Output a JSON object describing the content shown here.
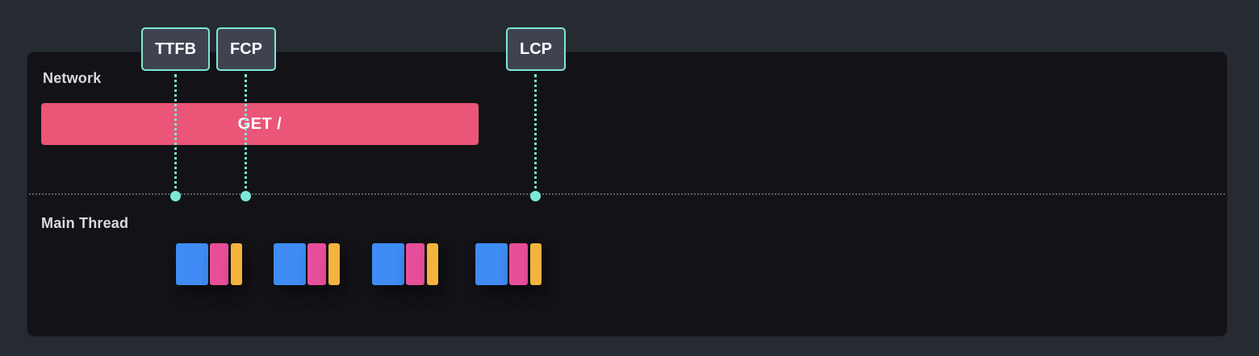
{
  "lanes": {
    "network": "Network",
    "main_thread": "Main Thread"
  },
  "request": {
    "label": "GET /",
    "color": "#ea5578"
  },
  "markers": [
    "TTFB",
    "FCP",
    "LCP"
  ],
  "marker_color": "#7de8d6",
  "task_colors": {
    "primary": "#3f8cf4",
    "secondary": "#e84f9a",
    "tertiary": "#f3b33c"
  },
  "task_group_count": 4
}
